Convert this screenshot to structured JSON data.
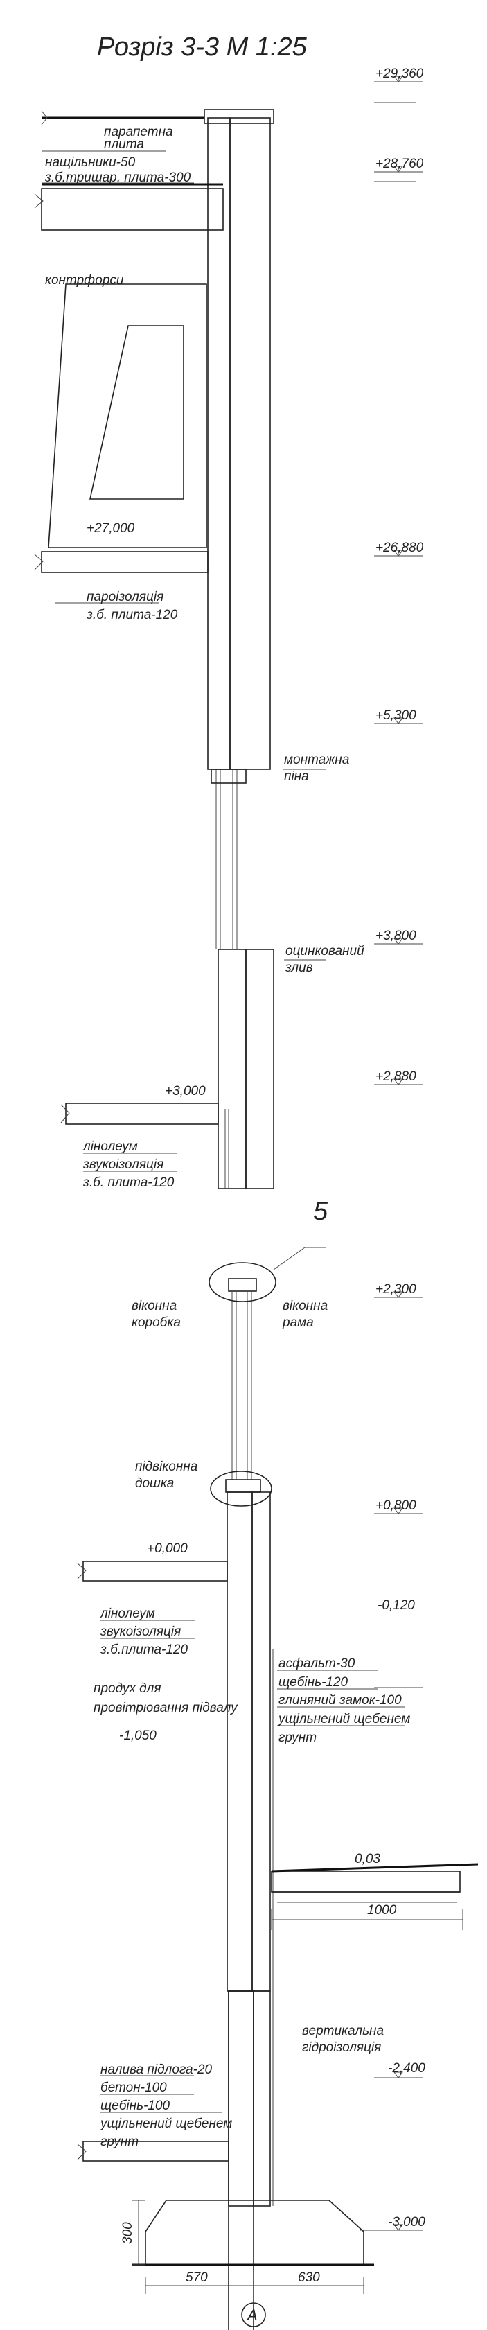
{
  "title": "Розріз 3-3 М 1:25",
  "callout_number": "5",
  "axis_label": "А",
  "elevations": {
    "e29360": "+29,360",
    "e28760": "+28,760",
    "e27000": "+27,000",
    "e26880": "+26,880",
    "e5300": "+5,300",
    "e3800": "+3,800",
    "e3000": "+3,000",
    "e2880": "+2,880",
    "e2300": "+2,300",
    "e0800": "+0,800",
    "e0000": "+0,000",
    "em0120": "-0,120",
    "em1050": "-1,050",
    "e003": "0,03",
    "em2400": "-2,400",
    "em3000": "-3,000"
  },
  "labels": {
    "parapet_1": "парапетна",
    "parapet_2": "плита",
    "sill_1": "нащільники-50",
    "sill_2": "з.б.тришар. плита-300",
    "buttress": "контрфорси",
    "vapor_1": "пароізоляція",
    "vapor_2": "з.б. плита-120",
    "foam_1": "монтажна",
    "foam_2": "піна",
    "drip_1": "оцинкований",
    "drip_2": "злив",
    "lino1_1": "лінолеум",
    "lino1_2": "звукоізоляція",
    "lino1_3": "з.б. плита-120",
    "window_box_1": "віконна",
    "window_box_2": "коробка",
    "window_frame_1": "віконна",
    "window_frame_2": "рама",
    "sill_board_1": "підвіконна",
    "sill_board_2": "дошка",
    "lino2_1": "лінолеум",
    "lino2_2": "звукоізоляція",
    "lino2_3": "з.б.плита-120",
    "vent_1": "продух для",
    "vent_2": "провітрювання підвалу",
    "pave_1": "асфальт-30",
    "pave_2": "щебінь-120",
    "pave_3": "глиняний замок-100",
    "pave_4": "ущільнений щебенем",
    "pave_5": "грунт",
    "floor_1": "налива підлога-20",
    "floor_2": "бетон-100",
    "floor_3": "щебінь-100",
    "floor_4": "ущільнений щебенем",
    "floor_5": "грунт",
    "waterproof_1": "вертикальна",
    "waterproof_2": "гідроізоляція"
  },
  "dimensions": {
    "blind_area": "1000",
    "footing_height": "300",
    "left_offset": "570",
    "right_offset": "630"
  }
}
